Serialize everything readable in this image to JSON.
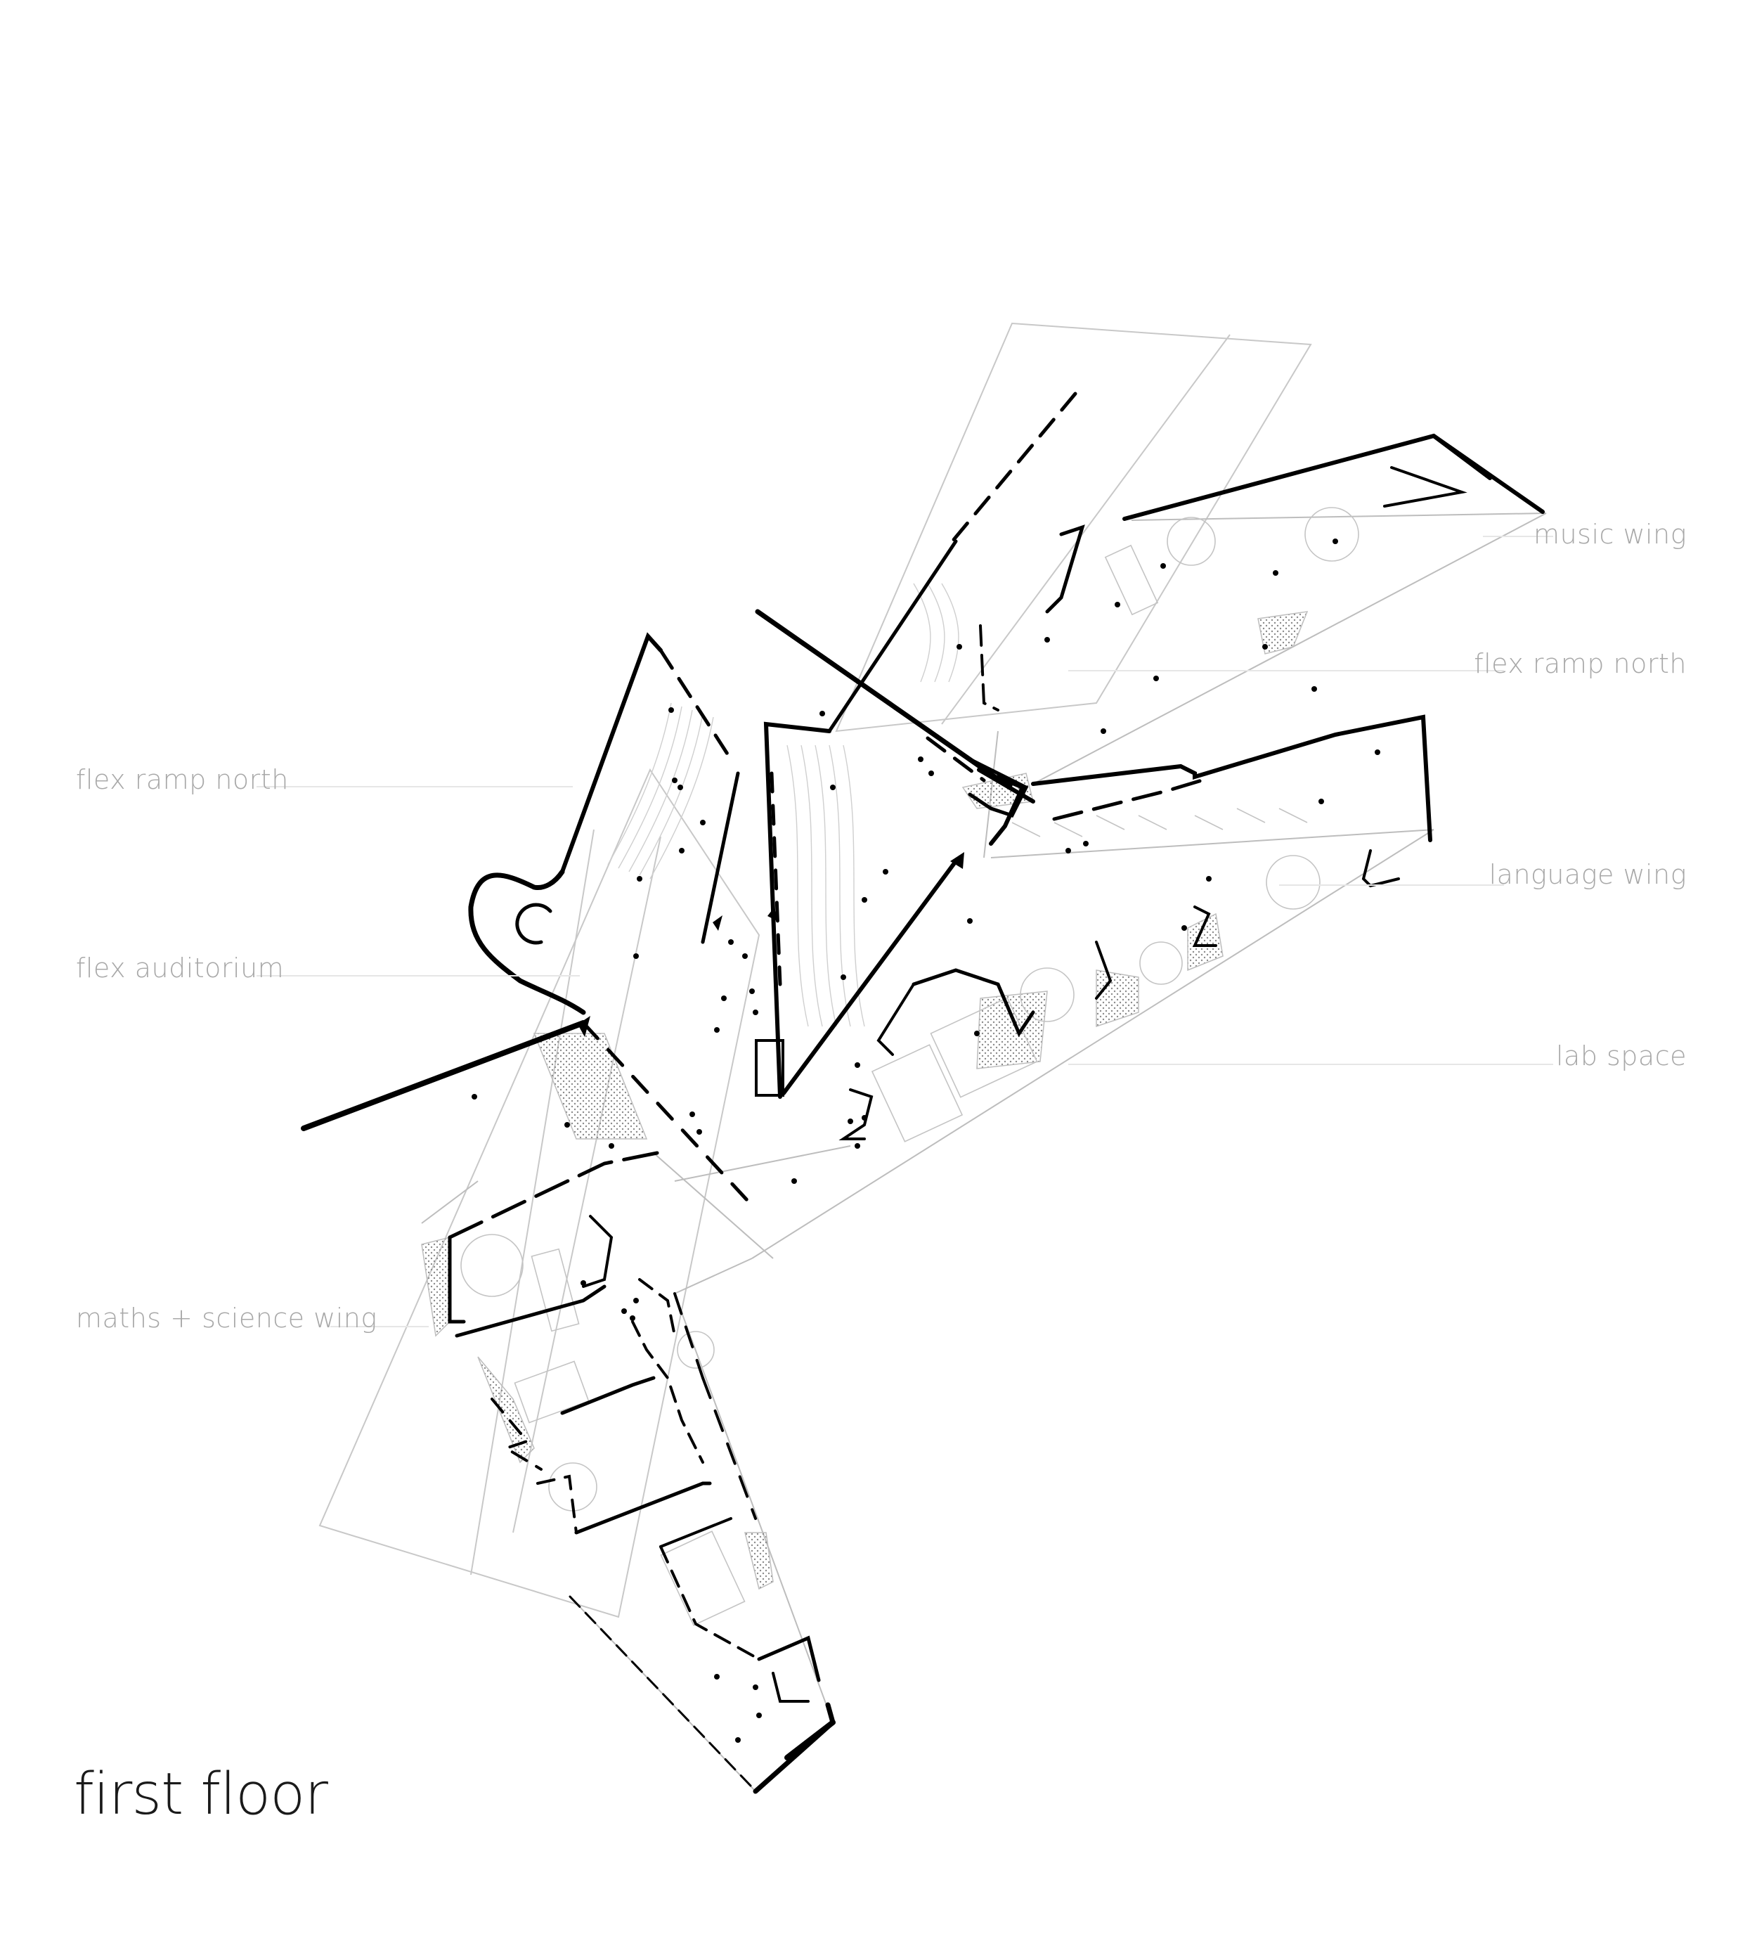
{
  "title": "first floor",
  "labels": {
    "music_wing": "music wing",
    "flex_ramp_north_right": "flex ramp north",
    "flex_ramp_north_left": "flex ramp north",
    "language_wing": "language wing",
    "flex_auditorium": "flex auditorium",
    "lab_space": "lab space",
    "maths_science_wing": "maths + science wing"
  },
  "colors": {
    "wall": "#000000",
    "glazing": "#bdbdbd",
    "label": "#a8a8a8",
    "leader": "#e6e6e6",
    "hatch": "#9a9a9a"
  }
}
